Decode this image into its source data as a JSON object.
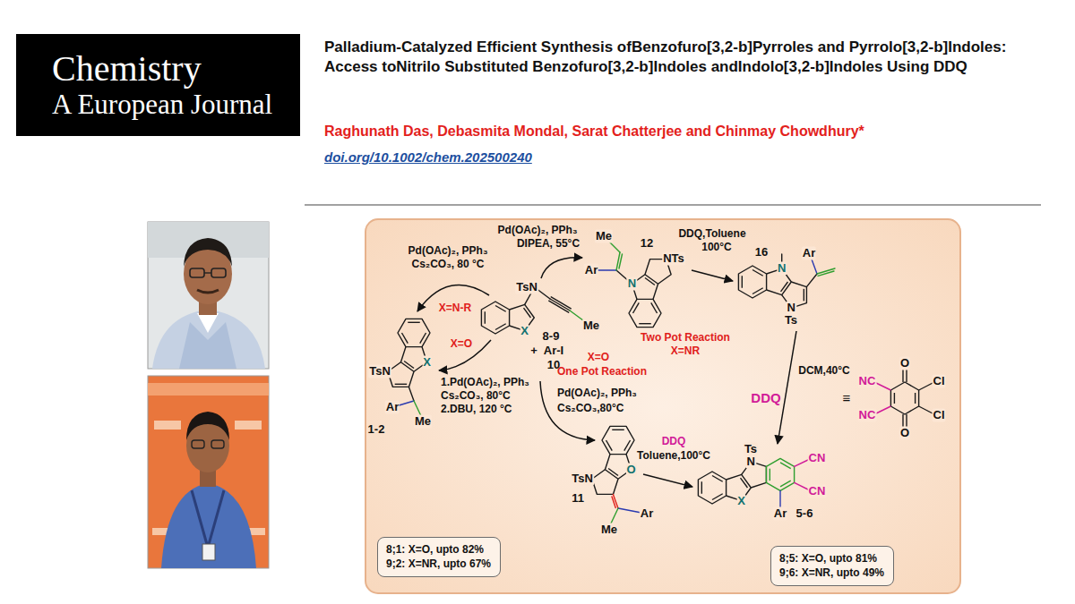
{
  "diagram": {
    "title": "Palladium-Catalyzed Efficient Synthesis ofBenzofuro[3,2-b]Pyrroles and Pyrrolo[3,2-b]Indoles: Access toNitrilo Substituted Benzofuro[3,2-b]Indoles andIndolo[3,2-b]Indoles Using DDQ",
    "nodes": [
      {
        "text": [
          "Chemistry",
          "A European Journal"
        ]
      },
      {
        "text": [
          "8;1: X=O, upto 82%",
          "9;2: X=NR, upto 67%"
        ]
      },
      {
        "text": [
          "8;5: X=O, upto 81%",
          "9;6: X=NR, upto 49%"
        ]
      }
    ],
    "labels": [
      "Raghunath Das, Debasmita Mondal, Sarat Chatterjee and Chinmay Chowdhury*",
      "doi.org/10.1002/chem.202500240",
      "Pd(OAc)₂, PPh₃",
      "Cs₂CO₃, 80 °C",
      "X=N-R",
      "Pd(OAc)₂, PPh₃",
      "DIPEA, 55°C",
      "Me",
      "12",
      "Ar",
      "NTs",
      "N",
      "DDQ,Toluene",
      "100°C",
      "16",
      "Ar",
      "N",
      "N",
      "Ts",
      "TsN",
      "X",
      "Ar",
      "Me",
      "1-2",
      "X=O",
      "1.Pd(OAc)₂, PPh₃",
      "Cs₂CO₃, 80°C",
      "2.DBU, 120 °C",
      "TsN",
      "X",
      "+",
      "Ar-I",
      "8-9",
      "Me",
      "10",
      "Two Pot Reaction",
      "X=NR",
      "X=O",
      "One Pot Reaction",
      "Pd(OAc)₂, PPh₃",
      "Cs₂CO₃,80°C",
      "DCM,40°C",
      "DDQ",
      "≡",
      "O",
      "NC",
      "Cl",
      "NC",
      "Cl",
      "O",
      "O",
      "TsN",
      "11",
      "Ar",
      "Me",
      "DDQ",
      "Toluene,100°C",
      "Ts",
      "N",
      "X",
      "CN",
      "CN",
      "Ar",
      "5-6"
    ]
  }
}
